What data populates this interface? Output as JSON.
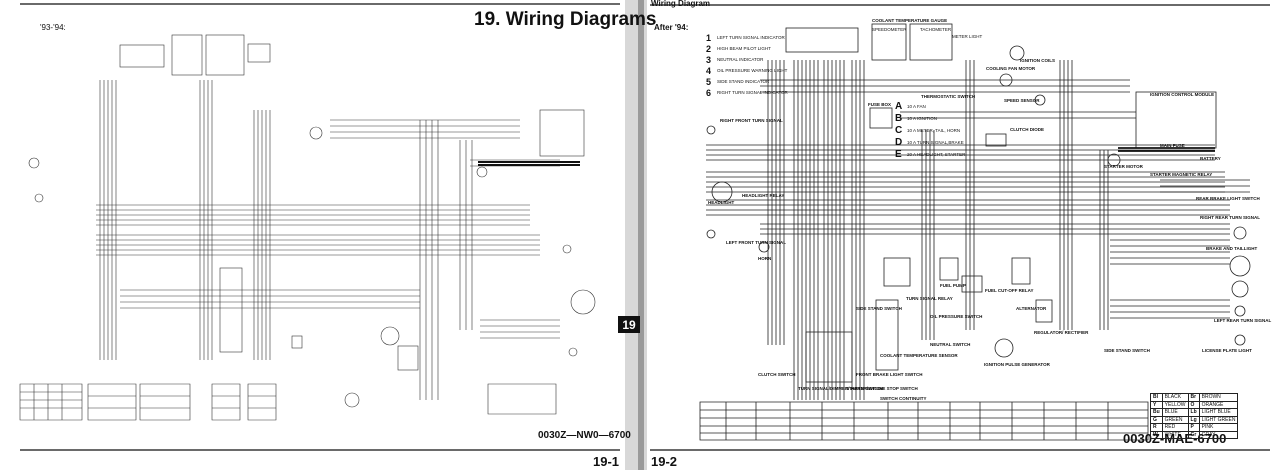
{
  "left_page": {
    "title": "19. Wiring Diagrams",
    "period": "'93-'94:",
    "model_code": "0030Z—NW0—6700",
    "page_number": "19-1"
  },
  "chapter_tab": "19",
  "right_page": {
    "header": "Wiring Diagram",
    "period": "After '94:",
    "model_code": "0030Z-MAE-6700",
    "page_number": "19-2",
    "indicator_legend": [
      {
        "num": "1",
        "label": "LEFT TURN SIGNAL INDICATOR"
      },
      {
        "num": "2",
        "label": "HIGH BEAM PILOT LIGHT"
      },
      {
        "num": "3",
        "label": "NEUTRAL INDICATOR"
      },
      {
        "num": "4",
        "label": "OIL PRESSURE WARNING LIGHT"
      },
      {
        "num": "5",
        "label": "SIDE STAND INDICATOR"
      },
      {
        "num": "6",
        "label": "RIGHT TURN SIGNAL INDICATOR"
      }
    ],
    "fuse_legend": [
      {
        "letter": "A",
        "label": "10 A FAN"
      },
      {
        "letter": "B",
        "label": "10 A IGNITION"
      },
      {
        "letter": "C",
        "label": "10 A METER, TAIL, HORN"
      },
      {
        "letter": "D",
        "label": "10 A TURN SIGNAL,BRAKE"
      },
      {
        "letter": "E",
        "label": "20 A HEADLIGHT, STARTER"
      }
    ],
    "wire_colors": [
      [
        "Bl",
        "BLACK",
        "Br",
        "BROWN"
      ],
      [
        "Y",
        "YELLOW",
        "O",
        "ORANGE"
      ],
      [
        "Bu",
        "BLUE",
        "Lb",
        "LIGHT BLUE"
      ],
      [
        "G",
        "GREEN",
        "Lg",
        "LIGHT GREEN"
      ],
      [
        "R",
        "RED",
        "P",
        "PINK"
      ],
      [
        "W",
        "WHITE",
        "Gr",
        "GRAY"
      ]
    ],
    "components": [
      {
        "id": "coolant-temp-gauge",
        "label": "COOLANT TEMPERATURE GAUGE"
      },
      {
        "id": "speedometer",
        "label": "SPEEDOMETER"
      },
      {
        "id": "tachometer",
        "label": "TACHOMETER"
      },
      {
        "id": "meter-light",
        "label": "METER LIGHT"
      },
      {
        "id": "ignition-coils",
        "label": "IGNITION COILS"
      },
      {
        "id": "cooling-fan-motor",
        "label": "COOLING FAN MOTOR"
      },
      {
        "id": "thermostatic-switch",
        "label": "THERMOSTATIC SWITCH"
      },
      {
        "id": "speed-sensor",
        "label": "SPEED SENSOR"
      },
      {
        "id": "ignition-control-module",
        "label": "IGNITION CONTROL MODULE"
      },
      {
        "id": "fuse-box",
        "label": "FUSE BOX"
      },
      {
        "id": "right-front-turn-signal",
        "label": "RIGHT FRONT TURN SIGNAL"
      },
      {
        "id": "clutch-diode",
        "label": "CLUTCH DIODE"
      },
      {
        "id": "main-fuse",
        "label": "MAIN FUSE"
      },
      {
        "id": "battery",
        "label": "BATTERY"
      },
      {
        "id": "starter-motor",
        "label": "STARTER MOTOR"
      },
      {
        "id": "starter-magnetic-relay",
        "label": "STARTER MAGNETIC RELAY"
      },
      {
        "id": "headlight",
        "label": "HEADLIGHT"
      },
      {
        "id": "headlight-relay",
        "label": "HEADLIGHT RELAY"
      },
      {
        "id": "rear-brake-light-switch",
        "label": "REAR BRAKE LIGHT SWITCH"
      },
      {
        "id": "right-rear-turn-signal",
        "label": "RIGHT REAR TURN SIGNAL"
      },
      {
        "id": "left-front-turn-signal",
        "label": "LEFT FRONT TURN SIGNAL"
      },
      {
        "id": "horn",
        "label": "HORN"
      },
      {
        "id": "brake-and-taillight",
        "label": "BRAKE AND TAILLIGHT"
      },
      {
        "id": "fuel-pump",
        "label": "FUEL PUMP"
      },
      {
        "id": "fuel-cut-off-relay",
        "label": "FUEL CUT-OFF RELAY"
      },
      {
        "id": "turn-signal-relay",
        "label": "TURN SIGNAL RELAY"
      },
      {
        "id": "side-stand-switch-left",
        "label": "SIDE STAND SWITCH"
      },
      {
        "id": "oil-pressure-switch",
        "label": "OIL PRESSURE SWITCH"
      },
      {
        "id": "alternator",
        "label": "ALTERNATOR"
      },
      {
        "id": "left-rear-turn-signal",
        "label": "LEFT REAR TURN SIGNAL"
      },
      {
        "id": "neutral-switch",
        "label": "NEUTRAL SWITCH"
      },
      {
        "id": "regulator-rectifier",
        "label": "REGULATOR/ RECTIFIER"
      },
      {
        "id": "side-stand-switch",
        "label": "SIDE STAND SWITCH"
      },
      {
        "id": "license-plate-light",
        "label": "LICENSE PLATE LIGHT"
      },
      {
        "id": "coolant-temp-sensor",
        "label": "COOLANT TEMPERATURE SENSOR"
      },
      {
        "id": "ignition-pulse-generator",
        "label": "IGNITION PULSE GENERATOR"
      },
      {
        "id": "clutch-switch",
        "label": "CLUTCH SWITCH"
      },
      {
        "id": "turn-signal-horn-switch",
        "label": "TURN SIGNAL/DIMMER/ HORN SWITCH"
      },
      {
        "id": "front-brake-light-switch",
        "label": "FRONT BRAKE LIGHT SWITCH"
      },
      {
        "id": "starter-engine-stop-switch",
        "label": "STARTER/ENGINE STOP SWITCH"
      },
      {
        "id": "switch-continuity",
        "label": "SWITCH CONTINUITY"
      }
    ]
  }
}
